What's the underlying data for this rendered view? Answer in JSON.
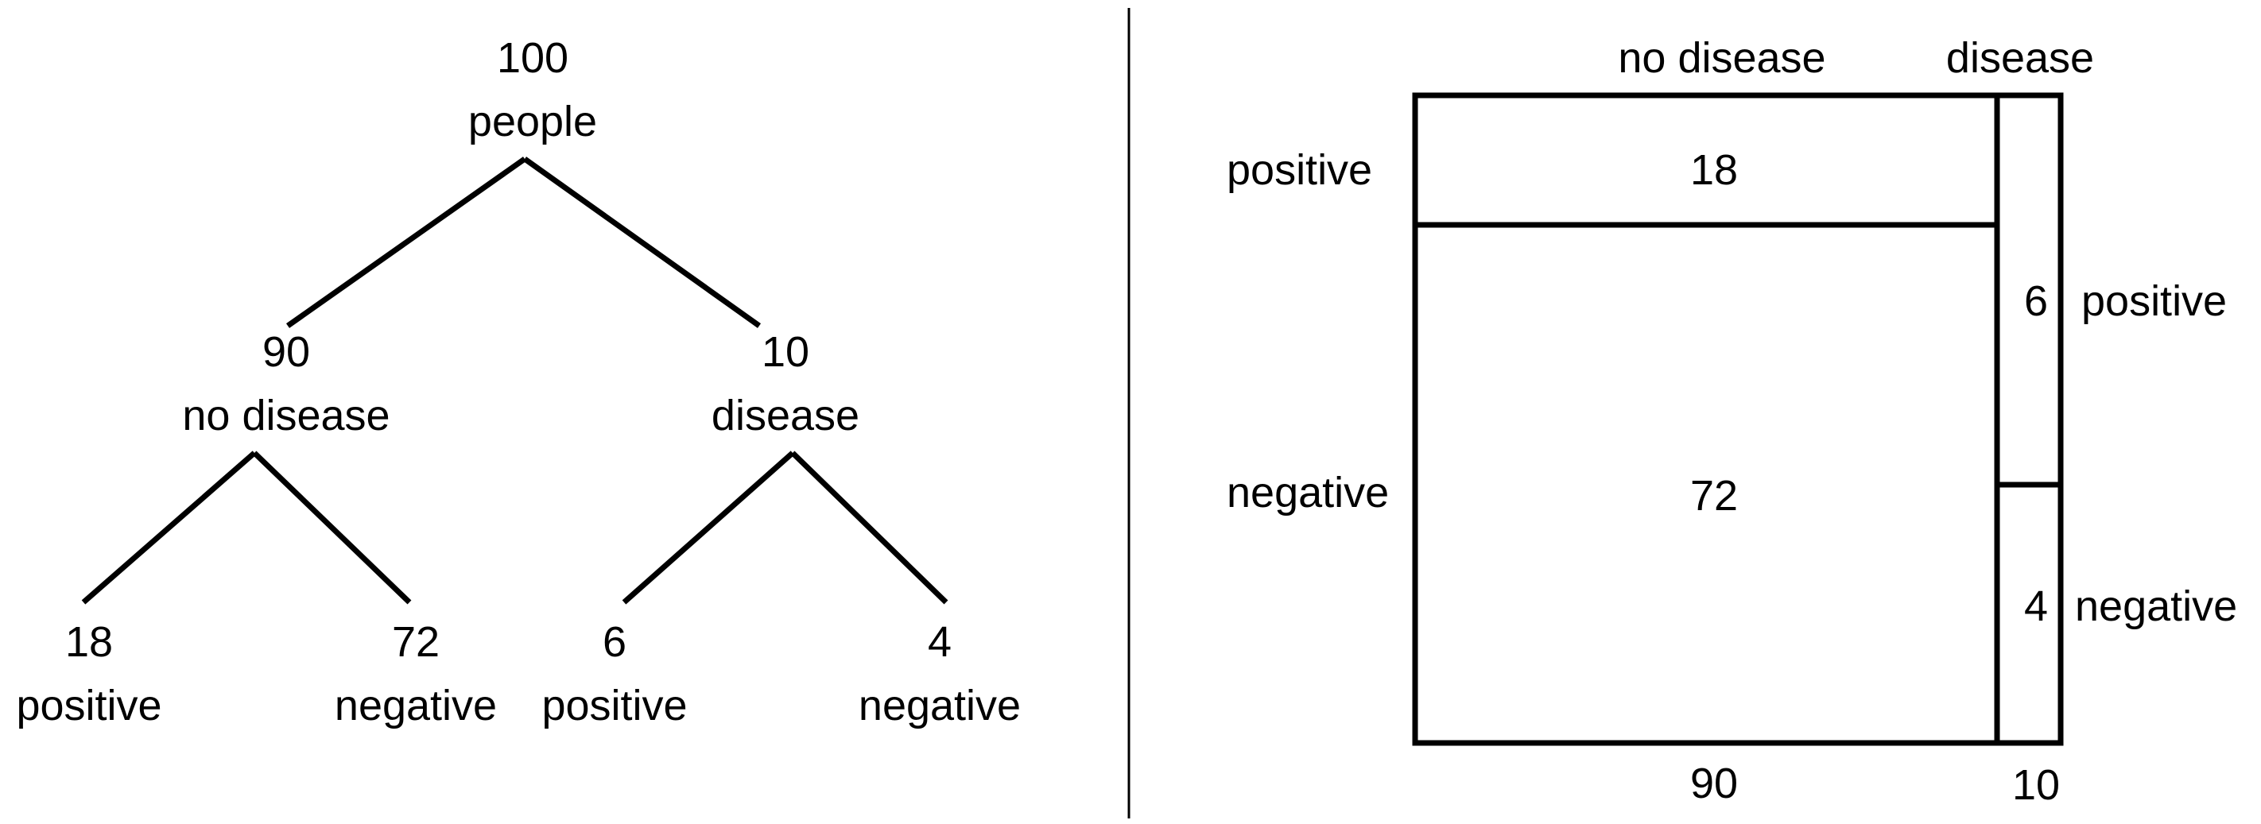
{
  "tree": {
    "root": {
      "count": "100",
      "label": "people"
    },
    "no_disease": {
      "count": "90",
      "label": "no disease"
    },
    "disease": {
      "count": "10",
      "label": "disease"
    },
    "no_disease_positive": {
      "count": "18",
      "label": "positive"
    },
    "no_disease_negative": {
      "count": "72",
      "label": "negative"
    },
    "disease_positive": {
      "count": "6",
      "label": "positive"
    },
    "disease_negative": {
      "count": "4",
      "label": "negative"
    }
  },
  "area_diagram": {
    "column_headers": {
      "no_disease": "no disease",
      "disease": "disease"
    },
    "row_labels_left": {
      "positive": "positive",
      "negative": "negative"
    },
    "row_labels_right": {
      "positive": "positive",
      "negative": "negative"
    },
    "cells": {
      "no_disease_positive": "18",
      "no_disease_negative": "72",
      "disease_positive": "6",
      "disease_negative": "4"
    },
    "column_totals": {
      "no_disease": "90",
      "disease": "10"
    }
  }
}
